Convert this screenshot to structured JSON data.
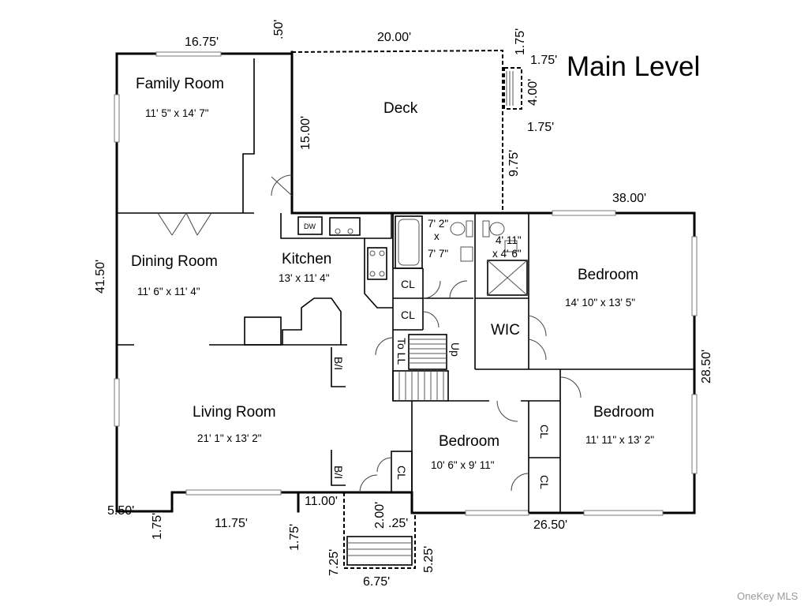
{
  "plan": {
    "title": "Main Level",
    "watermark": "OneKey MLS"
  },
  "rooms": {
    "family_room": {
      "name": "Family Room",
      "size": "11' 5\" x 14' 7\""
    },
    "deck": {
      "name": "Deck"
    },
    "dining_room": {
      "name": "Dining Room",
      "size": "11' 6\" x 11' 4\""
    },
    "kitchen": {
      "name": "Kitchen",
      "size": "13' x 11' 4\""
    },
    "living_room": {
      "name": "Living Room",
      "size": "21' 1\" x 13' 2\""
    },
    "bath_1": {
      "size_line1": "7' 2\"",
      "size_line2": "x",
      "size_line3": "7' 7\""
    },
    "bath_2": {
      "size_line1": "4' 11\"",
      "size_line2": "x 4' 6\""
    },
    "bedroom_1": {
      "name": "Bedroom",
      "size": "14' 10\" x 13' 5\""
    },
    "bedroom_2": {
      "name": "Bedroom",
      "size": "11' 11\" x 13' 2\""
    },
    "bedroom_3": {
      "name": "Bedroom",
      "size": "10' 6\" x 9' 11\""
    },
    "wic": {
      "name": "WIC"
    }
  },
  "labels": {
    "dw": "DW",
    "closet": "CL",
    "stairs_up": "Up",
    "stairs_down": "To LL",
    "built_in": "B/I"
  },
  "dimensions": {
    "family_top": "16.75'",
    "offset_top": ".50'",
    "deck_top": "20.00'",
    "deck_right_top": "1.75'",
    "step_offset": "1.75'",
    "step_depth": "4.00'",
    "step_offset_low": "1.75'",
    "deck_side": "15.00'",
    "deck_right": "9.75'",
    "house_right_top": "38.00'",
    "house_left": "41.50'",
    "house_right": "28.50'",
    "bottom_left": "5.50'",
    "bay_left": "1.75'",
    "bay_width": "11.75'",
    "bay_right": "1.75'",
    "entry_left": "11.00'",
    "entry_depth": "2.00'",
    "entry_width": ".25'",
    "bottom_right": "26.50'",
    "stoop_left": "7.25'",
    "stoop_right": "5.25'",
    "stoop_bottom": "6.75'"
  }
}
